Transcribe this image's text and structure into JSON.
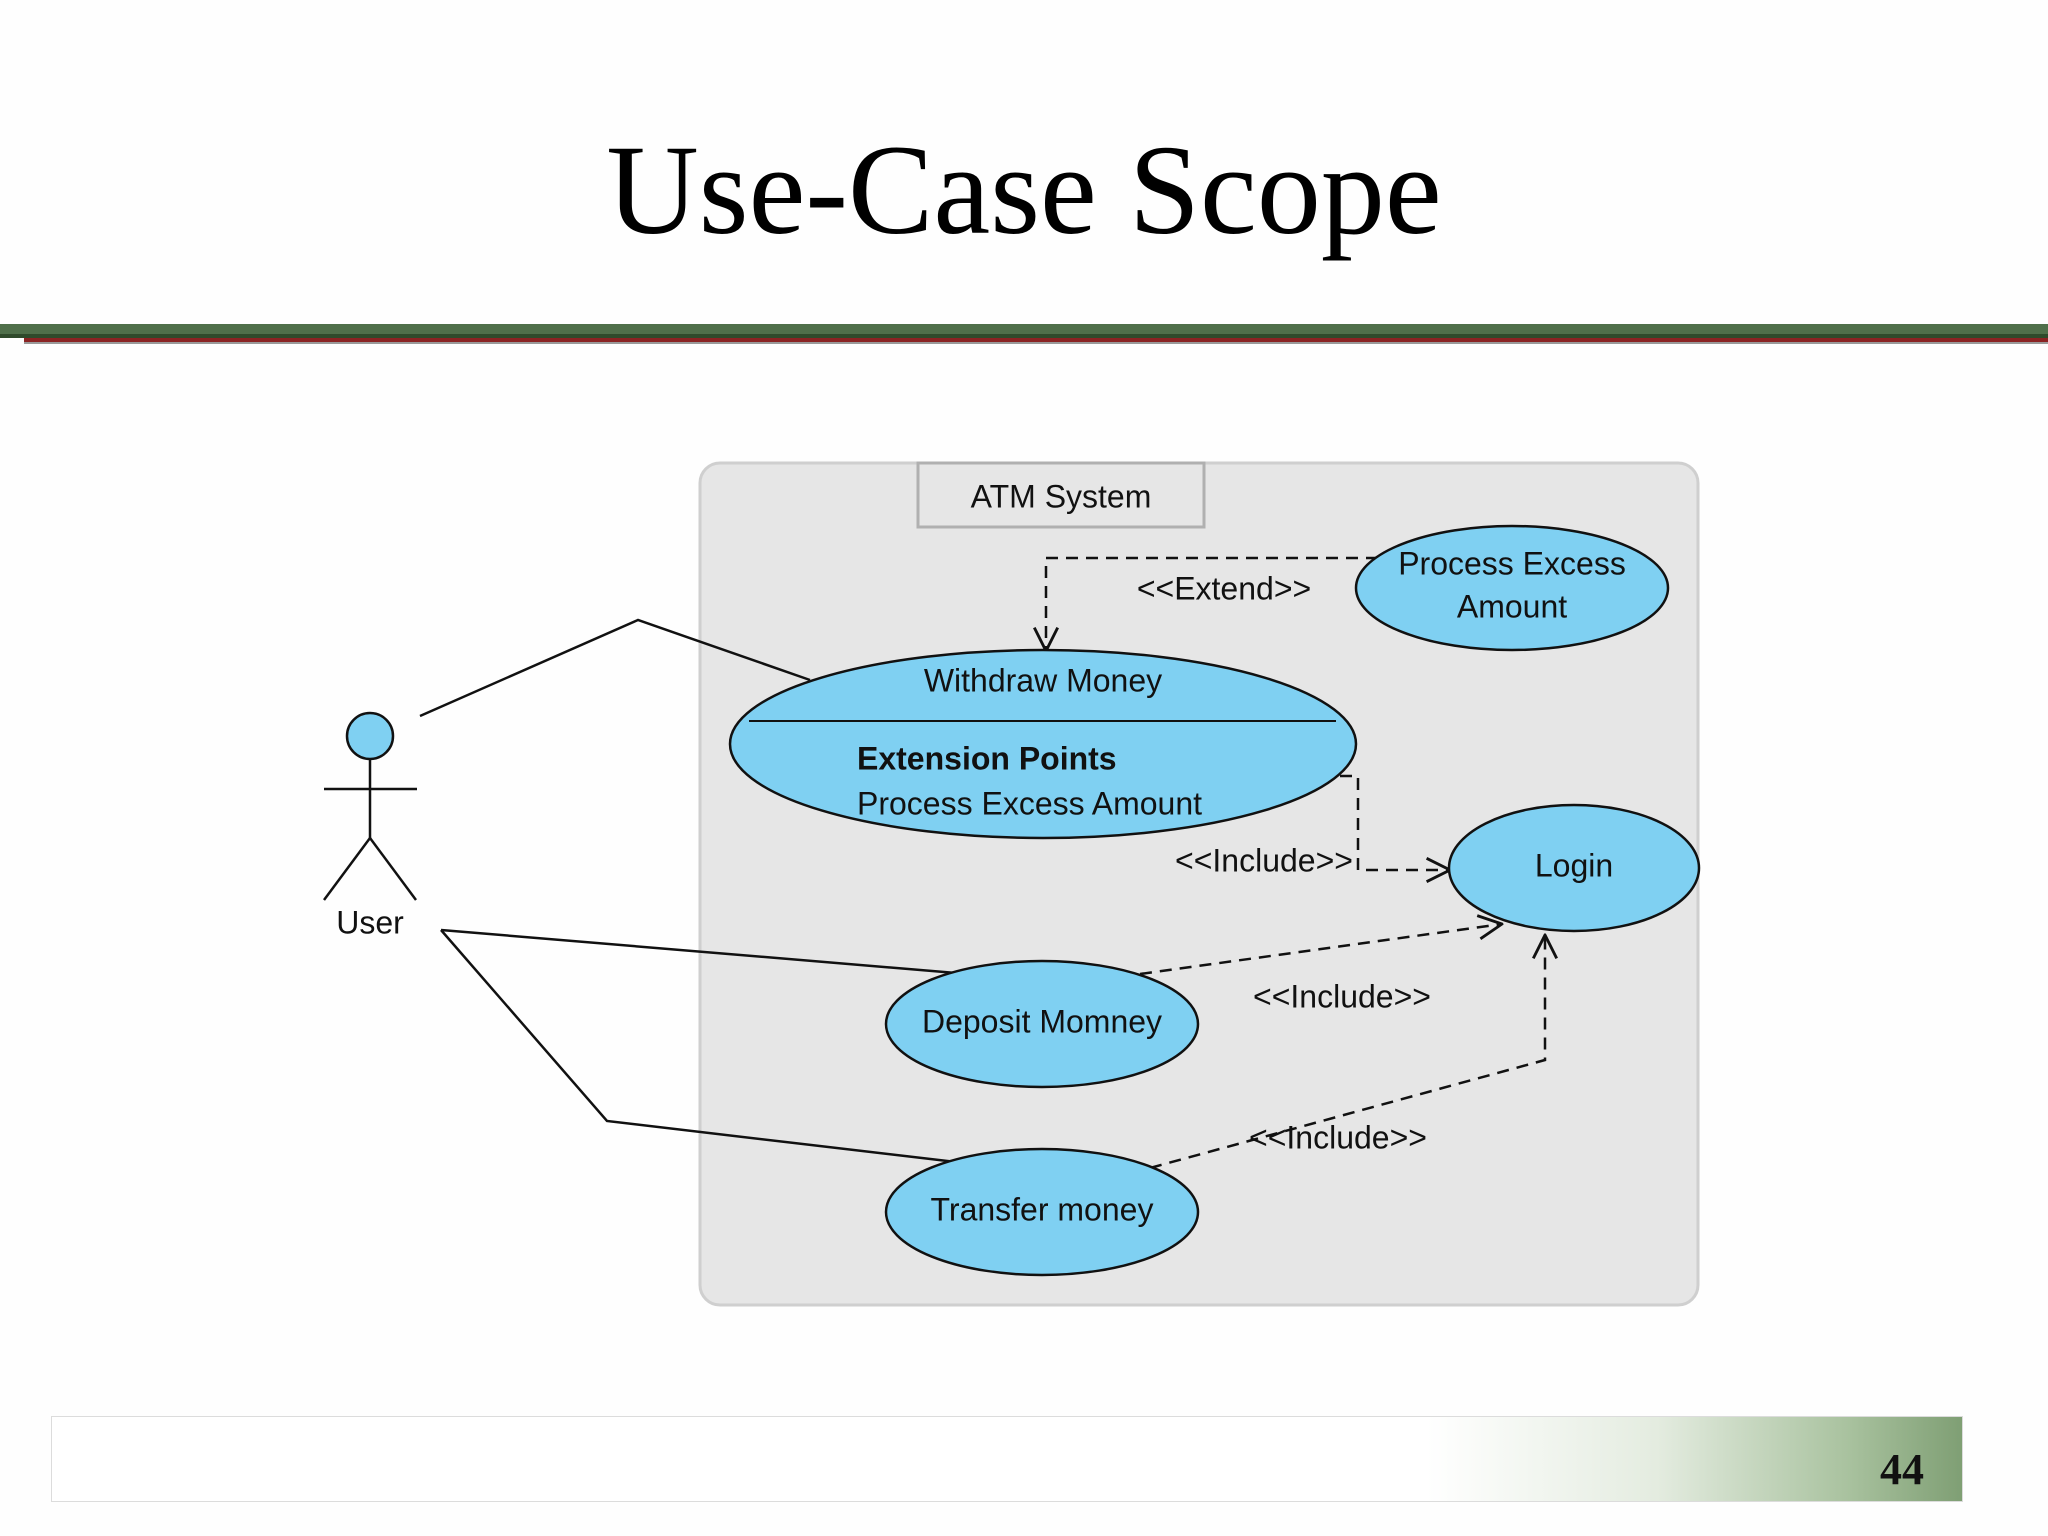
{
  "slide": {
    "title": "Use-Case Scope",
    "page_number": "44"
  },
  "colors": {
    "title_rule_green": "#4f6f4a",
    "title_rule_red": "#8b2323",
    "system_boundary_fill": "#e6e6e6",
    "use_case_fill": "#7fd0f2",
    "actor_head_fill": "#7fd0f2",
    "footer_gradient_end": "#7f9f74"
  },
  "diagram": {
    "system": {
      "name": "ATM System"
    },
    "actor": {
      "name": "User",
      "icon": "stick-figure-icon"
    },
    "use_cases": {
      "process_excess": {
        "line1": "Process Excess",
        "line2": "Amount"
      },
      "withdraw": {
        "name": "Withdraw Money",
        "extension_heading": "Extension Points",
        "extension_point": "Process Excess Amount"
      },
      "login": {
        "name": "Login"
      },
      "deposit": {
        "name": "Deposit Momney"
      },
      "transfer": {
        "name": "Transfer money"
      }
    },
    "relationships": {
      "extend": "<<Extend>>",
      "include_withdraw": "<<Include>>",
      "include_deposit": "<<Include>>",
      "include_transfer": "<<Include>>"
    }
  }
}
